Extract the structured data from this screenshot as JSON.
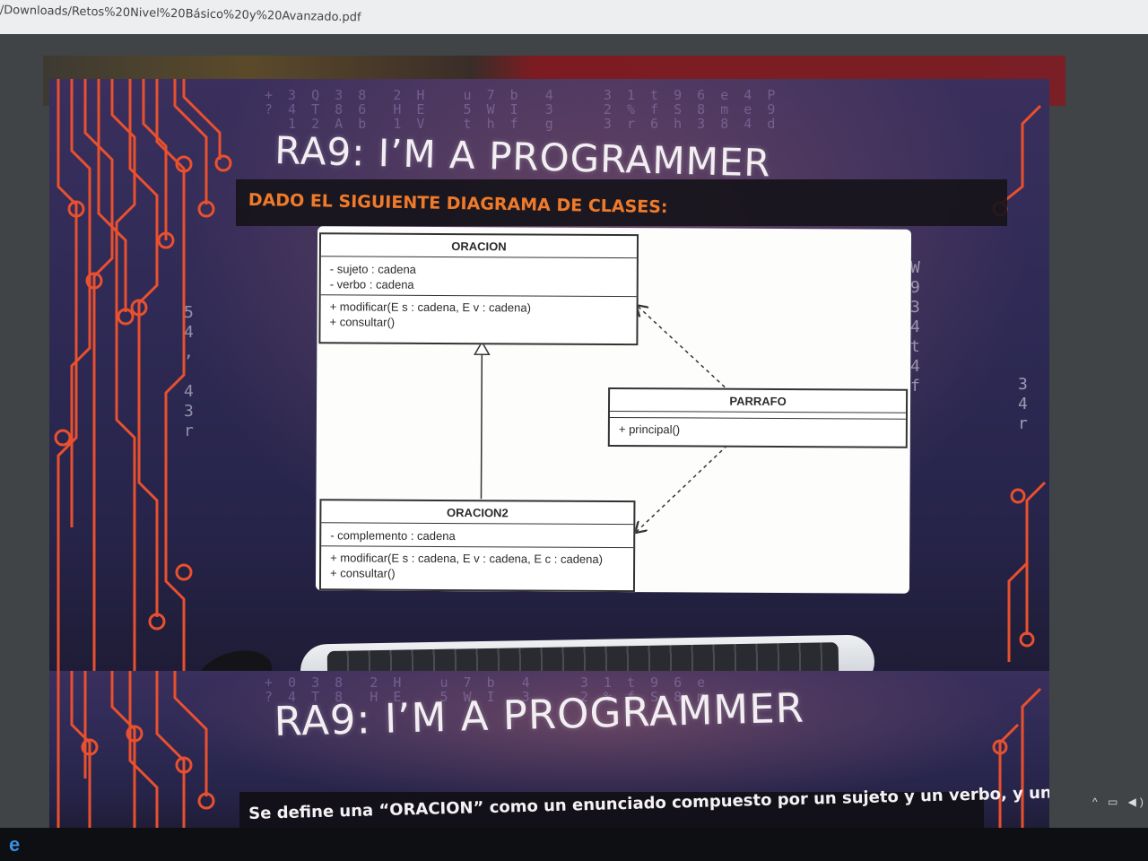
{
  "browser": {
    "url": "/Downloads/Retos%20Nivel%20Básico%20y%20Avanzado.pdf"
  },
  "slide1": {
    "title": "RA9: I’M A PROGRAMMER",
    "subtitle": "DADO EL SIGUIENTE DIAGRAMA DE CLASES:"
  },
  "diagram": {
    "oracion": {
      "name": "ORACION",
      "attributes": [
        "- sujeto : cadena",
        "- verbo : cadena"
      ],
      "operations": [
        "+ modificar(E s : cadena, E v : cadena)",
        "+ consultar()"
      ]
    },
    "parrafo": {
      "name": "PARRAFO",
      "attributes": [],
      "operations": [
        "+ principal()"
      ]
    },
    "oracion2": {
      "name": "ORACION2",
      "attributes": [
        "- complemento : cadena"
      ],
      "operations": [
        "+ modificar(E s : cadena, E v : cadena, E c : cadena)",
        "+ consultar()"
      ]
    }
  },
  "slide2": {
    "title": "RA9: I’M A PROGRAMMER",
    "body": "Se define una “ORACION” como un enunciado compuesto por un sujeto y un verbo, y una"
  },
  "colors": {
    "accent_orange": "#ef7a2a",
    "circuit_orange": "#e8502e",
    "slide_purple": "#2e2a55"
  },
  "icons": {
    "taskbar_browser": "edge-icon",
    "tray": "system-tray-icons"
  }
}
